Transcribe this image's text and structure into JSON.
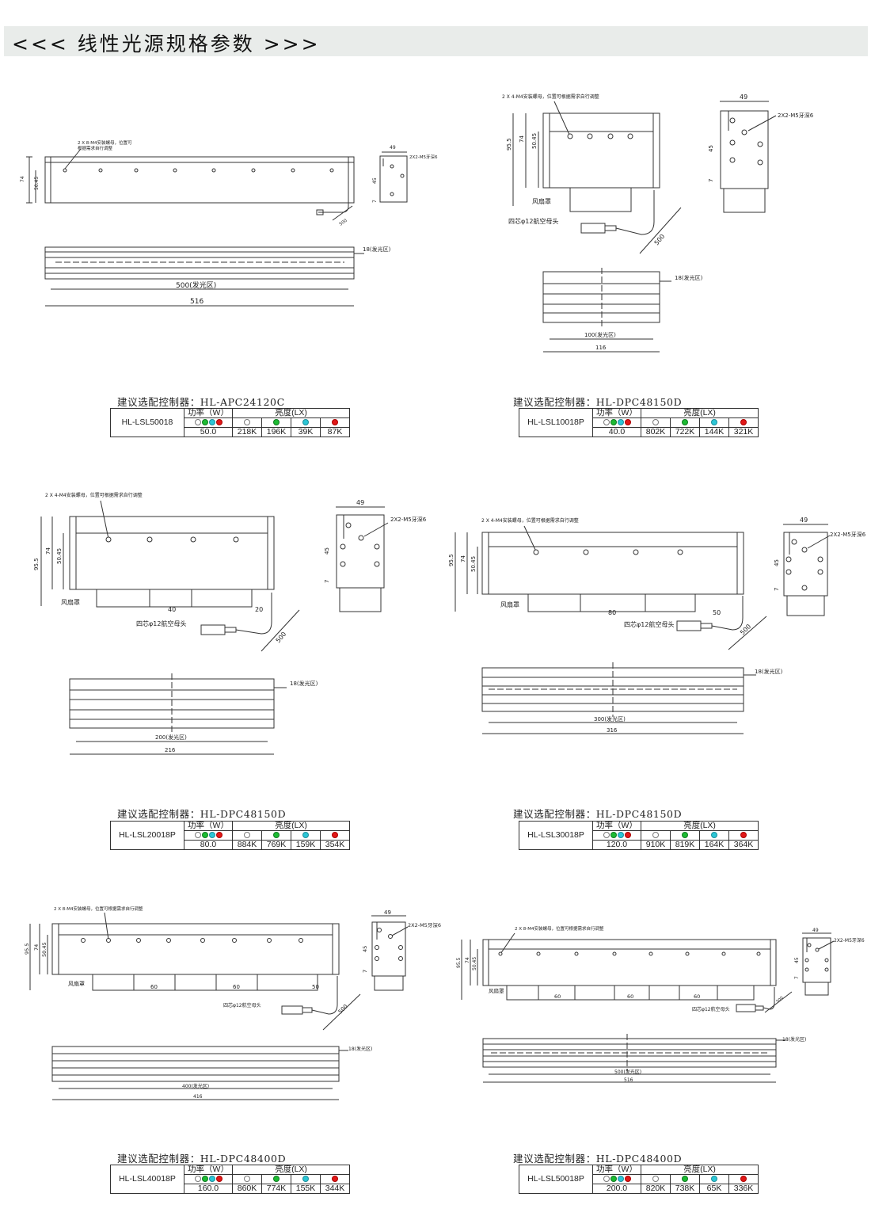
{
  "header": {
    "title": "<<<  线性光源规格参数  >>>"
  },
  "legend_colors": {
    "white": "#ffffff",
    "green": "#1dbb33",
    "blue": "#2cc6d6",
    "red": "#e11818"
  },
  "table_headers": {
    "power": "功率（W）",
    "brightness": "亮度(LX)"
  },
  "products": [
    {
      "controller": "建议选配控制器：HL-APC24120C",
      "model": "HL-LSL50018",
      "power": "50.0",
      "lux": [
        "218K",
        "196K",
        "39K",
        "87K"
      ],
      "labels": {
        "mount_note_1": "2 X 8-M4安装螺母，位置可",
        "mount_note_2": "根据需求自行调整",
        "h74": "74",
        "h5045": "50.45",
        "side_w": "49",
        "hole": "2X2-M5牙深6",
        "h45": "45",
        "h7": "7",
        "cable": "500",
        "emit_w": "18(发光区)",
        "emit_len": "500(发光区)",
        "total_len": "516"
      }
    },
    {
      "controller": "建议选配控制器：HL-DPC48150D",
      "model": "HL-LSL10018P",
      "power": "40.0",
      "lux": [
        "802K",
        "722K",
        "144K",
        "321K"
      ],
      "labels": {
        "mount_note": "2 X 4-M4安装螺母，位置可根据需求自行调整",
        "h955": "95.5",
        "h74": "74",
        "h5045": "50.45",
        "side_w": "49",
        "hole": "2X2-M5牙深6",
        "h45": "45",
        "h7": "7",
        "fan": "风扇罩",
        "connector": "四芯φ12航空母头",
        "cable": "500",
        "emit_w": "18(发光区)",
        "emit_len": "100(发光区)",
        "total_len": "116"
      }
    },
    {
      "controller": "建议选配控制器：HL-DPC48150D",
      "model": "HL-LSL20018P",
      "power": "80.0",
      "lux": [
        "884K",
        "769K",
        "159K",
        "354K"
      ],
      "labels": {
        "mount_note": "2 X 4-M4安装螺母，位置可根据需求自行调整",
        "h955": "95.5",
        "h74": "74",
        "h5045": "50.45",
        "side_w": "49",
        "hole": "2X2-M5牙深6",
        "h45": "45",
        "h7": "7",
        "fan": "风扇罩",
        "connector": "四芯φ12航空母头",
        "cable": "500",
        "gap1": "40",
        "gap2": "20",
        "emit_w": "18(发光区)",
        "emit_len": "200(发光区)",
        "total_len": "216"
      }
    },
    {
      "controller": "建议选配控制器：HL-DPC48150D",
      "model": "HL-LSL30018P",
      "power": "120.0",
      "lux": [
        "910K",
        "819K",
        "164K",
        "364K"
      ],
      "labels": {
        "mount_note": "2 X 4-M4安装螺母，位置可根据需求自行调整",
        "h955": "95.5",
        "h74": "74",
        "h5045": "50.45",
        "side_w": "49",
        "hole": "2X2-M5牙深6",
        "h45": "45",
        "h7": "7",
        "fan": "风扇罩",
        "connector": "四芯φ12航空母头",
        "cable": "500",
        "gap1": "80",
        "gap2": "50",
        "emit_w": "18(发光区)",
        "emit_len": "300(发光区)",
        "total_len": "316"
      }
    },
    {
      "controller": "建议选配控制器：HL-DPC48400D",
      "model": "HL-LSL40018P",
      "power": "160.0",
      "lux": [
        "860K",
        "774K",
        "155K",
        "344K"
      ],
      "labels": {
        "mount_note": "2 X 8-M4安装螺母，位置可根据需求自行调整",
        "h955": "95.5",
        "h74": "74",
        "h5045": "50.45",
        "side_w": "49",
        "hole": "2X2-M5牙深6",
        "h45": "45",
        "h7": "7",
        "fan": "风扇罩",
        "connector": "四芯φ12航空母头",
        "cable": "500",
        "gap1": "60",
        "gap2": "60",
        "gap3": "50",
        "emit_w": "18(发光区)",
        "emit_len": "400(发光区)",
        "total_len": "416"
      }
    },
    {
      "controller": "建议选配控制器：HL-DPC48400D",
      "model": "HL-LSL50018P",
      "power": "200.0",
      "lux": [
        "820K",
        "738K",
        "65K",
        "336K"
      ],
      "labels": {
        "mount_note": "2 X 8-M4安装螺母，位置可根据需求自行调整",
        "h955": "95.5",
        "h74": "74",
        "h5045": "50.45",
        "side_w": "49",
        "hole": "2X2-M5牙深6",
        "h45": "45",
        "h7": "7",
        "fan": "风扇罩",
        "connector": "四芯φ12航空母头",
        "cable": "500",
        "gap1": "60",
        "gap2": "60",
        "gap3": "60",
        "emit_w": "18(发光区)",
        "emit_len": "500(发光区)",
        "total_len": "516"
      }
    }
  ]
}
